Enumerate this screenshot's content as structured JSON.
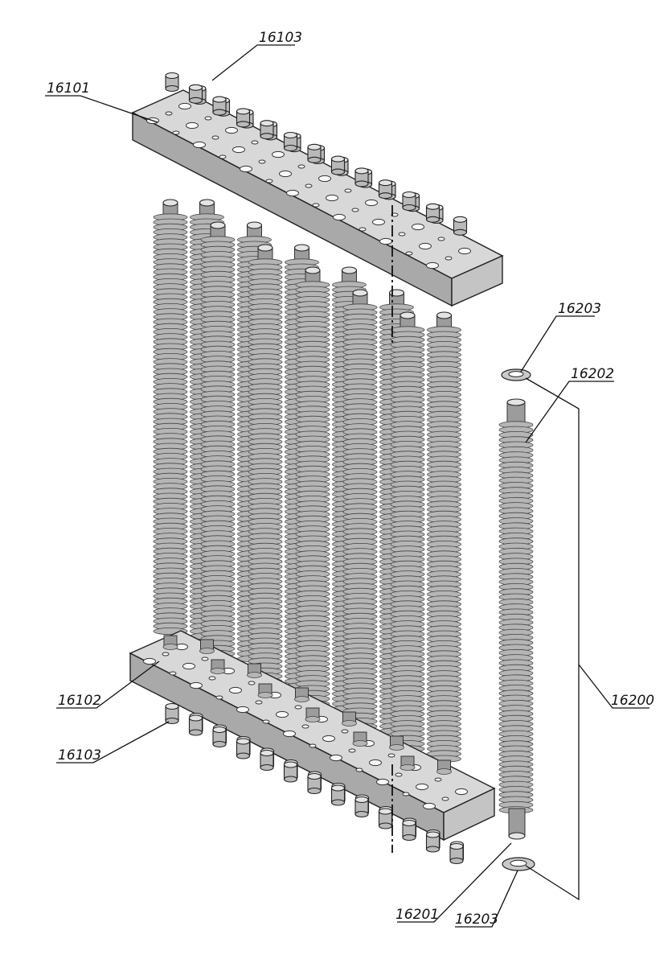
{
  "callouts": {
    "upper_plate": "16101",
    "lower_plate": "16102",
    "pins_top": "16103",
    "pins_bottom": "16103",
    "tube_assembly": "16200",
    "tube": "16201",
    "fin_tube": "16202",
    "washer_top": "16203",
    "washer_bottom": "16203"
  },
  "colors": {
    "line": "#111111",
    "plate_top": "#d8d8d8",
    "plate_side": "#a9a9a9",
    "fins": "#b5b5b5",
    "background": "#ffffff"
  }
}
